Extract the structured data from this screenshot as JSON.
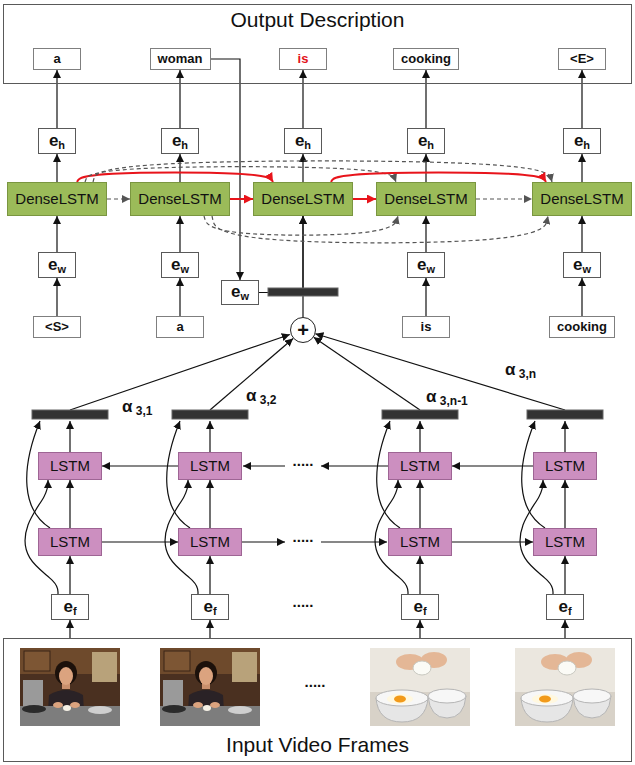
{
  "diagram": {
    "nodes": [
      {
        "text": [
          "Output Description"
        ]
      },
      {
        "text": [
          "a"
        ],
        "in": 0
      },
      {
        "text": [
          "woman"
        ],
        "in": 0
      },
      {
        "text": [
          "is"
        ],
        "in": 0
      },
      {
        "text": [
          "cooking"
        ],
        "in": 0
      },
      {
        "text": [
          "<E>"
        ],
        "in": 0
      },
      {
        "text": [
          "eh"
        ]
      },
      {
        "text": [
          "eh"
        ]
      },
      {
        "text": [
          "eh"
        ]
      },
      {
        "text": [
          "eh"
        ]
      },
      {
        "text": [
          "eh"
        ]
      },
      {
        "text": [
          "DenseLSTM"
        ]
      },
      {
        "text": [
          "DenseLSTM"
        ]
      },
      {
        "text": [
          "DenseLSTM"
        ]
      },
      {
        "text": [
          "DenseLSTM"
        ]
      },
      {
        "text": [
          "DenseLSTM"
        ]
      },
      {
        "text": [
          "ew"
        ]
      },
      {
        "text": [
          "ew"
        ]
      },
      {
        "text": [
          "ew"
        ]
      },
      {
        "text": [
          "ew"
        ]
      },
      {
        "text": [
          "ew"
        ]
      },
      {
        "text": [
          "<S>"
        ]
      },
      {
        "text": [
          "a"
        ]
      },
      {
        "text": [
          "is"
        ]
      },
      {
        "text": [
          "cooking"
        ]
      },
      {
        "text": [
          "+"
        ]
      },
      {
        "text": [
          "LSTM"
        ]
      },
      {
        "text": [
          "LSTM"
        ]
      },
      {
        "text": [
          "LSTM"
        ]
      },
      {
        "text": [
          "LSTM"
        ]
      },
      {
        "text": [
          "LSTM"
        ]
      },
      {
        "text": [
          "LSTM"
        ]
      },
      {
        "text": [
          "LSTM"
        ]
      },
      {
        "text": [
          "LSTM"
        ]
      },
      {
        "text": [
          "ef"
        ]
      },
      {
        "text": [
          "ef"
        ]
      },
      {
        "text": [
          "ef"
        ]
      },
      {
        "text": [
          "ef"
        ]
      },
      {
        "text": [
          "Input Video Frames"
        ]
      }
    ],
    "edges": [
      {
        "from": 6,
        "to": 1,
        "arrow": "to"
      },
      {
        "from": 7,
        "to": 2,
        "arrow": "to"
      },
      {
        "from": 8,
        "to": 3,
        "arrow": "to"
      },
      {
        "from": 9,
        "to": 4,
        "arrow": "to"
      },
      {
        "from": 10,
        "to": 5,
        "arrow": "to"
      },
      {
        "from": 11,
        "to": 6,
        "arrow": "to"
      },
      {
        "from": 12,
        "to": 7,
        "arrow": "to"
      },
      {
        "from": 13,
        "to": 8,
        "arrow": "to"
      },
      {
        "from": 14,
        "to": 9,
        "arrow": "to"
      },
      {
        "from": 15,
        "to": 10,
        "arrow": "to"
      },
      {
        "from": 16,
        "to": 11,
        "arrow": "to"
      },
      {
        "from": 17,
        "to": 12,
        "arrow": "to"
      },
      {
        "from": 18,
        "to": 13,
        "arrow": "to"
      },
      {
        "from": 19,
        "to": 14,
        "arrow": "to"
      },
      {
        "from": 20,
        "to": 15,
        "arrow": "to"
      },
      {
        "from": 21,
        "to": 16,
        "arrow": "to"
      },
      {
        "from": 22,
        "to": 17,
        "arrow": "to"
      },
      {
        "from": 23,
        "to": 19,
        "arrow": "to"
      },
      {
        "from": 24,
        "to": 20,
        "arrow": "to"
      },
      {
        "from": 2,
        "to": 18,
        "arrow": "to"
      },
      {
        "from": 25,
        "to": 13,
        "arrow": "to"
      },
      {
        "from": 11,
        "to": 12,
        "arrow": "to"
      },
      {
        "from": 12,
        "to": 13,
        "arrow": "to"
      },
      {
        "from": 13,
        "to": 14,
        "arrow": "to"
      },
      {
        "from": 14,
        "to": 15,
        "arrow": "to"
      },
      {
        "from": 11,
        "to": 13,
        "arrow": "to"
      },
      {
        "from": 11,
        "to": 14,
        "arrow": "to"
      },
      {
        "from": 11,
        "to": 15,
        "arrow": "to"
      },
      {
        "from": 13,
        "to": 15,
        "arrow": "to"
      },
      {
        "from": 12,
        "to": 14,
        "arrow": "to"
      },
      {
        "from": 12,
        "to": 15,
        "arrow": "to"
      },
      {
        "from": 30,
        "to": 31,
        "arrow": "to"
      },
      {
        "from": 32,
        "to": 33,
        "arrow": "to"
      },
      {
        "from": 27,
        "to": 26,
        "arrow": "to"
      },
      {
        "from": 29,
        "to": 28,
        "arrow": "to"
      },
      {
        "from": 30,
        "to": 26,
        "arrow": "to"
      },
      {
        "from": 31,
        "to": 27,
        "arrow": "to"
      },
      {
        "from": 32,
        "to": 28,
        "arrow": "to"
      },
      {
        "from": 33,
        "to": 29,
        "arrow": "to"
      },
      {
        "from": 34,
        "to": 30,
        "arrow": "to"
      },
      {
        "from": 35,
        "to": 31,
        "arrow": "to"
      },
      {
        "from": 36,
        "to": 32,
        "arrow": "to"
      },
      {
        "from": 37,
        "to": 33,
        "arrow": "to"
      },
      {
        "from": 34,
        "to": 26,
        "arrow": "to"
      },
      {
        "from": 35,
        "to": 27,
        "arrow": "to"
      },
      {
        "from": 36,
        "to": 28,
        "arrow": "to"
      },
      {
        "from": 37,
        "to": 29,
        "arrow": "to"
      },
      {
        "from": 38,
        "to": 34,
        "arrow": "to"
      },
      {
        "from": 38,
        "to": 35,
        "arrow": "to"
      },
      {
        "from": 38,
        "to": 36,
        "arrow": "to"
      },
      {
        "from": 38,
        "to": 37,
        "arrow": "to"
      }
    ],
    "labels": [
      "α 3,1",
      "α 3,2",
      "α 3,n-1",
      "α 3,n",
      ".....",
      ".....",
      ".....",
      "....."
    ]
  }
}
